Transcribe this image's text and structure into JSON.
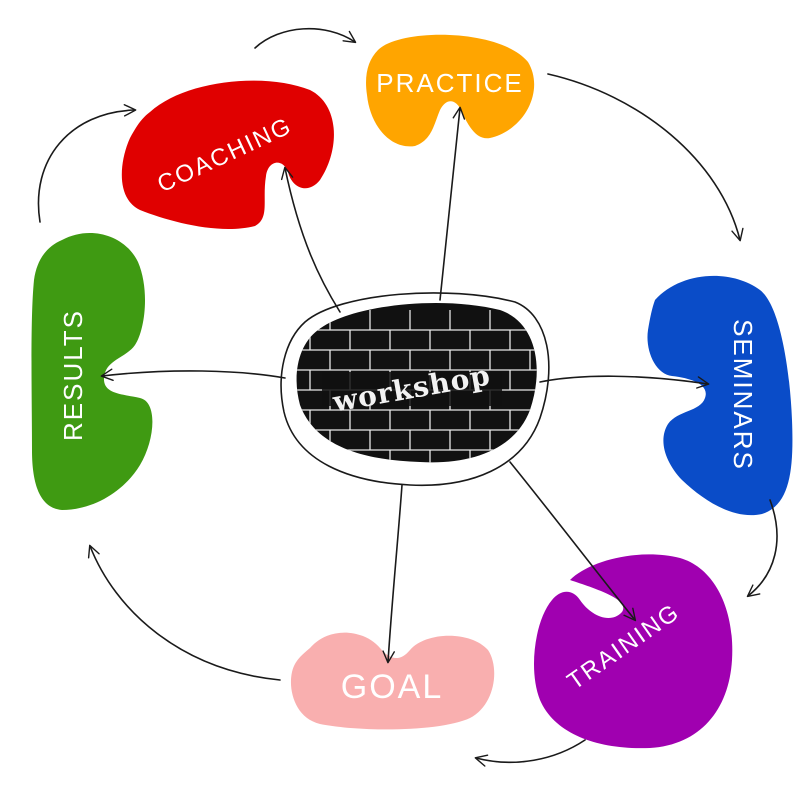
{
  "center": {
    "label": "workshop"
  },
  "nodes": {
    "practice": {
      "label": "PRACTICE",
      "color": "#FFA500"
    },
    "coaching": {
      "label": "COACHING",
      "color": "#E00000"
    },
    "results": {
      "label": "RESULTS",
      "color": "#3F9A12"
    },
    "seminars": {
      "label": "SEMINARS",
      "color": "#0A4CC8"
    },
    "training": {
      "label": "TRAINING",
      "color": "#A000B0"
    },
    "goal": {
      "label": "GOAL",
      "color": "#F9AFAF"
    }
  },
  "colors": {
    "ink": "#1a1a1a",
    "center_fill": "#111111"
  }
}
